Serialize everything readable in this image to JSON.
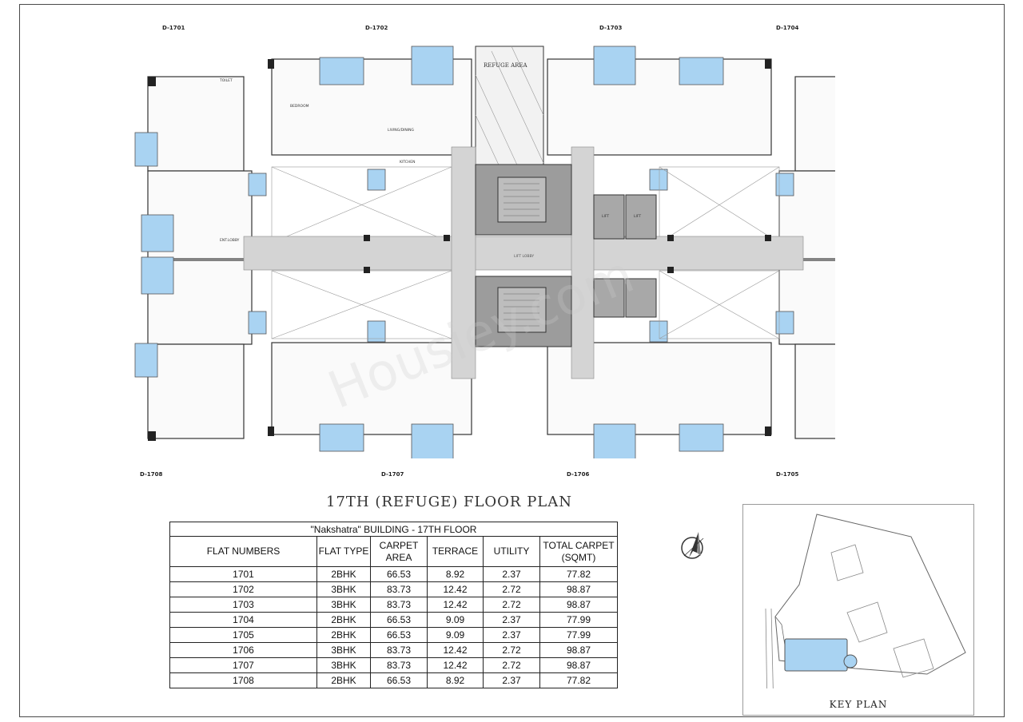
{
  "flat_labels": {
    "d1701": "D-1701",
    "d1702": "D-1702",
    "d1703": "D-1703",
    "d1704": "D-1704",
    "d1705": "D-1705",
    "d1706": "D-1706",
    "d1707": "D-1707",
    "d1708": "D-1708"
  },
  "plan_labels": {
    "refuge_area": "REFUGE AREA",
    "lift_lobby": "LIFT LOBBY",
    "lift": "LIFT",
    "bedroom": "BEDROOM",
    "toilet": "TOILET",
    "kitchen": "KITCHEN",
    "living_dining": "LIVING/DINING",
    "ent_lobby": "ENT.LOBBY"
  },
  "floor_title": "17TH (REFUGE) FLOOR  PLAN",
  "table": {
    "caption": "\"Nakshatra\"  BUILDING - 17TH FLOOR",
    "headers": {
      "flat_numbers": "FLAT NUMBERS",
      "flat_type": "FLAT TYPE",
      "carpet_area_1": "CARPET",
      "carpet_area_2": "AREA",
      "terrace": "TERRACE",
      "utility": "UTILITY",
      "total_carpet_1": "TOTAL CARPET",
      "total_carpet_2": "(SQMT)"
    },
    "rows": [
      {
        "flat": "1701",
        "type": "2BHK",
        "carpet": "66.53",
        "terrace": "8.92",
        "utility": "2.37",
        "total": "77.82"
      },
      {
        "flat": "1702",
        "type": "3BHK",
        "carpet": "83.73",
        "terrace": "12.42",
        "utility": "2.72",
        "total": "98.87"
      },
      {
        "flat": "1703",
        "type": "3BHK",
        "carpet": "83.73",
        "terrace": "12.42",
        "utility": "2.72",
        "total": "98.87"
      },
      {
        "flat": "1704",
        "type": "2BHK",
        "carpet": "66.53",
        "terrace": "9.09",
        "utility": "2.37",
        "total": "77.99"
      },
      {
        "flat": "1705",
        "type": "2BHK",
        "carpet": "66.53",
        "terrace": "9.09",
        "utility": "2.37",
        "total": "77.99"
      },
      {
        "flat": "1706",
        "type": "3BHK",
        "carpet": "83.73",
        "terrace": "12.42",
        "utility": "2.72",
        "total": "98.87"
      },
      {
        "flat": "1707",
        "type": "3BHK",
        "carpet": "83.73",
        "terrace": "12.42",
        "utility": "2.72",
        "total": "98.87"
      },
      {
        "flat": "1708",
        "type": "2BHK",
        "carpet": "66.53",
        "terrace": "8.92",
        "utility": "2.37",
        "total": "77.82"
      }
    ]
  },
  "key_plan_title": "KEY PLAN",
  "watermark": "Housiey.com",
  "colors": {
    "terrace_blue": "#a9d3f2",
    "core_grey": "#9c9c9c",
    "corridor_grey": "#d4d4d4",
    "wall": "#333333"
  }
}
